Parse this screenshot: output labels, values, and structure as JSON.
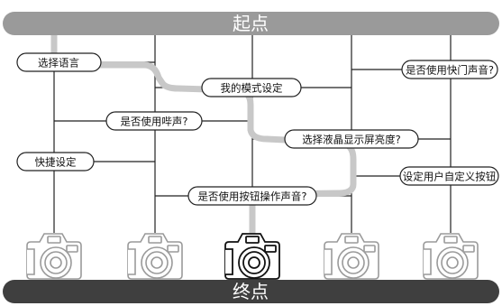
{
  "start_label": "起点",
  "end_label": "终点",
  "colors": {
    "start_bar": "#9a9a9a",
    "end_bar": "#3f3f3f",
    "path": "#c8c8c8",
    "line": "#222222",
    "node_border": "#222222"
  },
  "nodes": {
    "select_language": "选择语言",
    "my_mode_settings": "我的模式设定",
    "use_shutter_sound": "是否使用快门声音?",
    "use_beep": "是否使用哔声?",
    "lcd_brightness": "选择液晶显示屏亮度?",
    "quick_settings": "快捷设定",
    "custom_button": "设定用户自定义按钮",
    "use_button_sound": "是否使用按钮操作声音?"
  },
  "cameras": [
    {
      "icon": "camera-icon",
      "highlighted": false
    },
    {
      "icon": "camera-icon",
      "highlighted": false
    },
    {
      "icon": "camera-icon",
      "highlighted": true
    },
    {
      "icon": "camera-icon",
      "highlighted": false
    },
    {
      "icon": "camera-icon",
      "highlighted": false
    }
  ]
}
